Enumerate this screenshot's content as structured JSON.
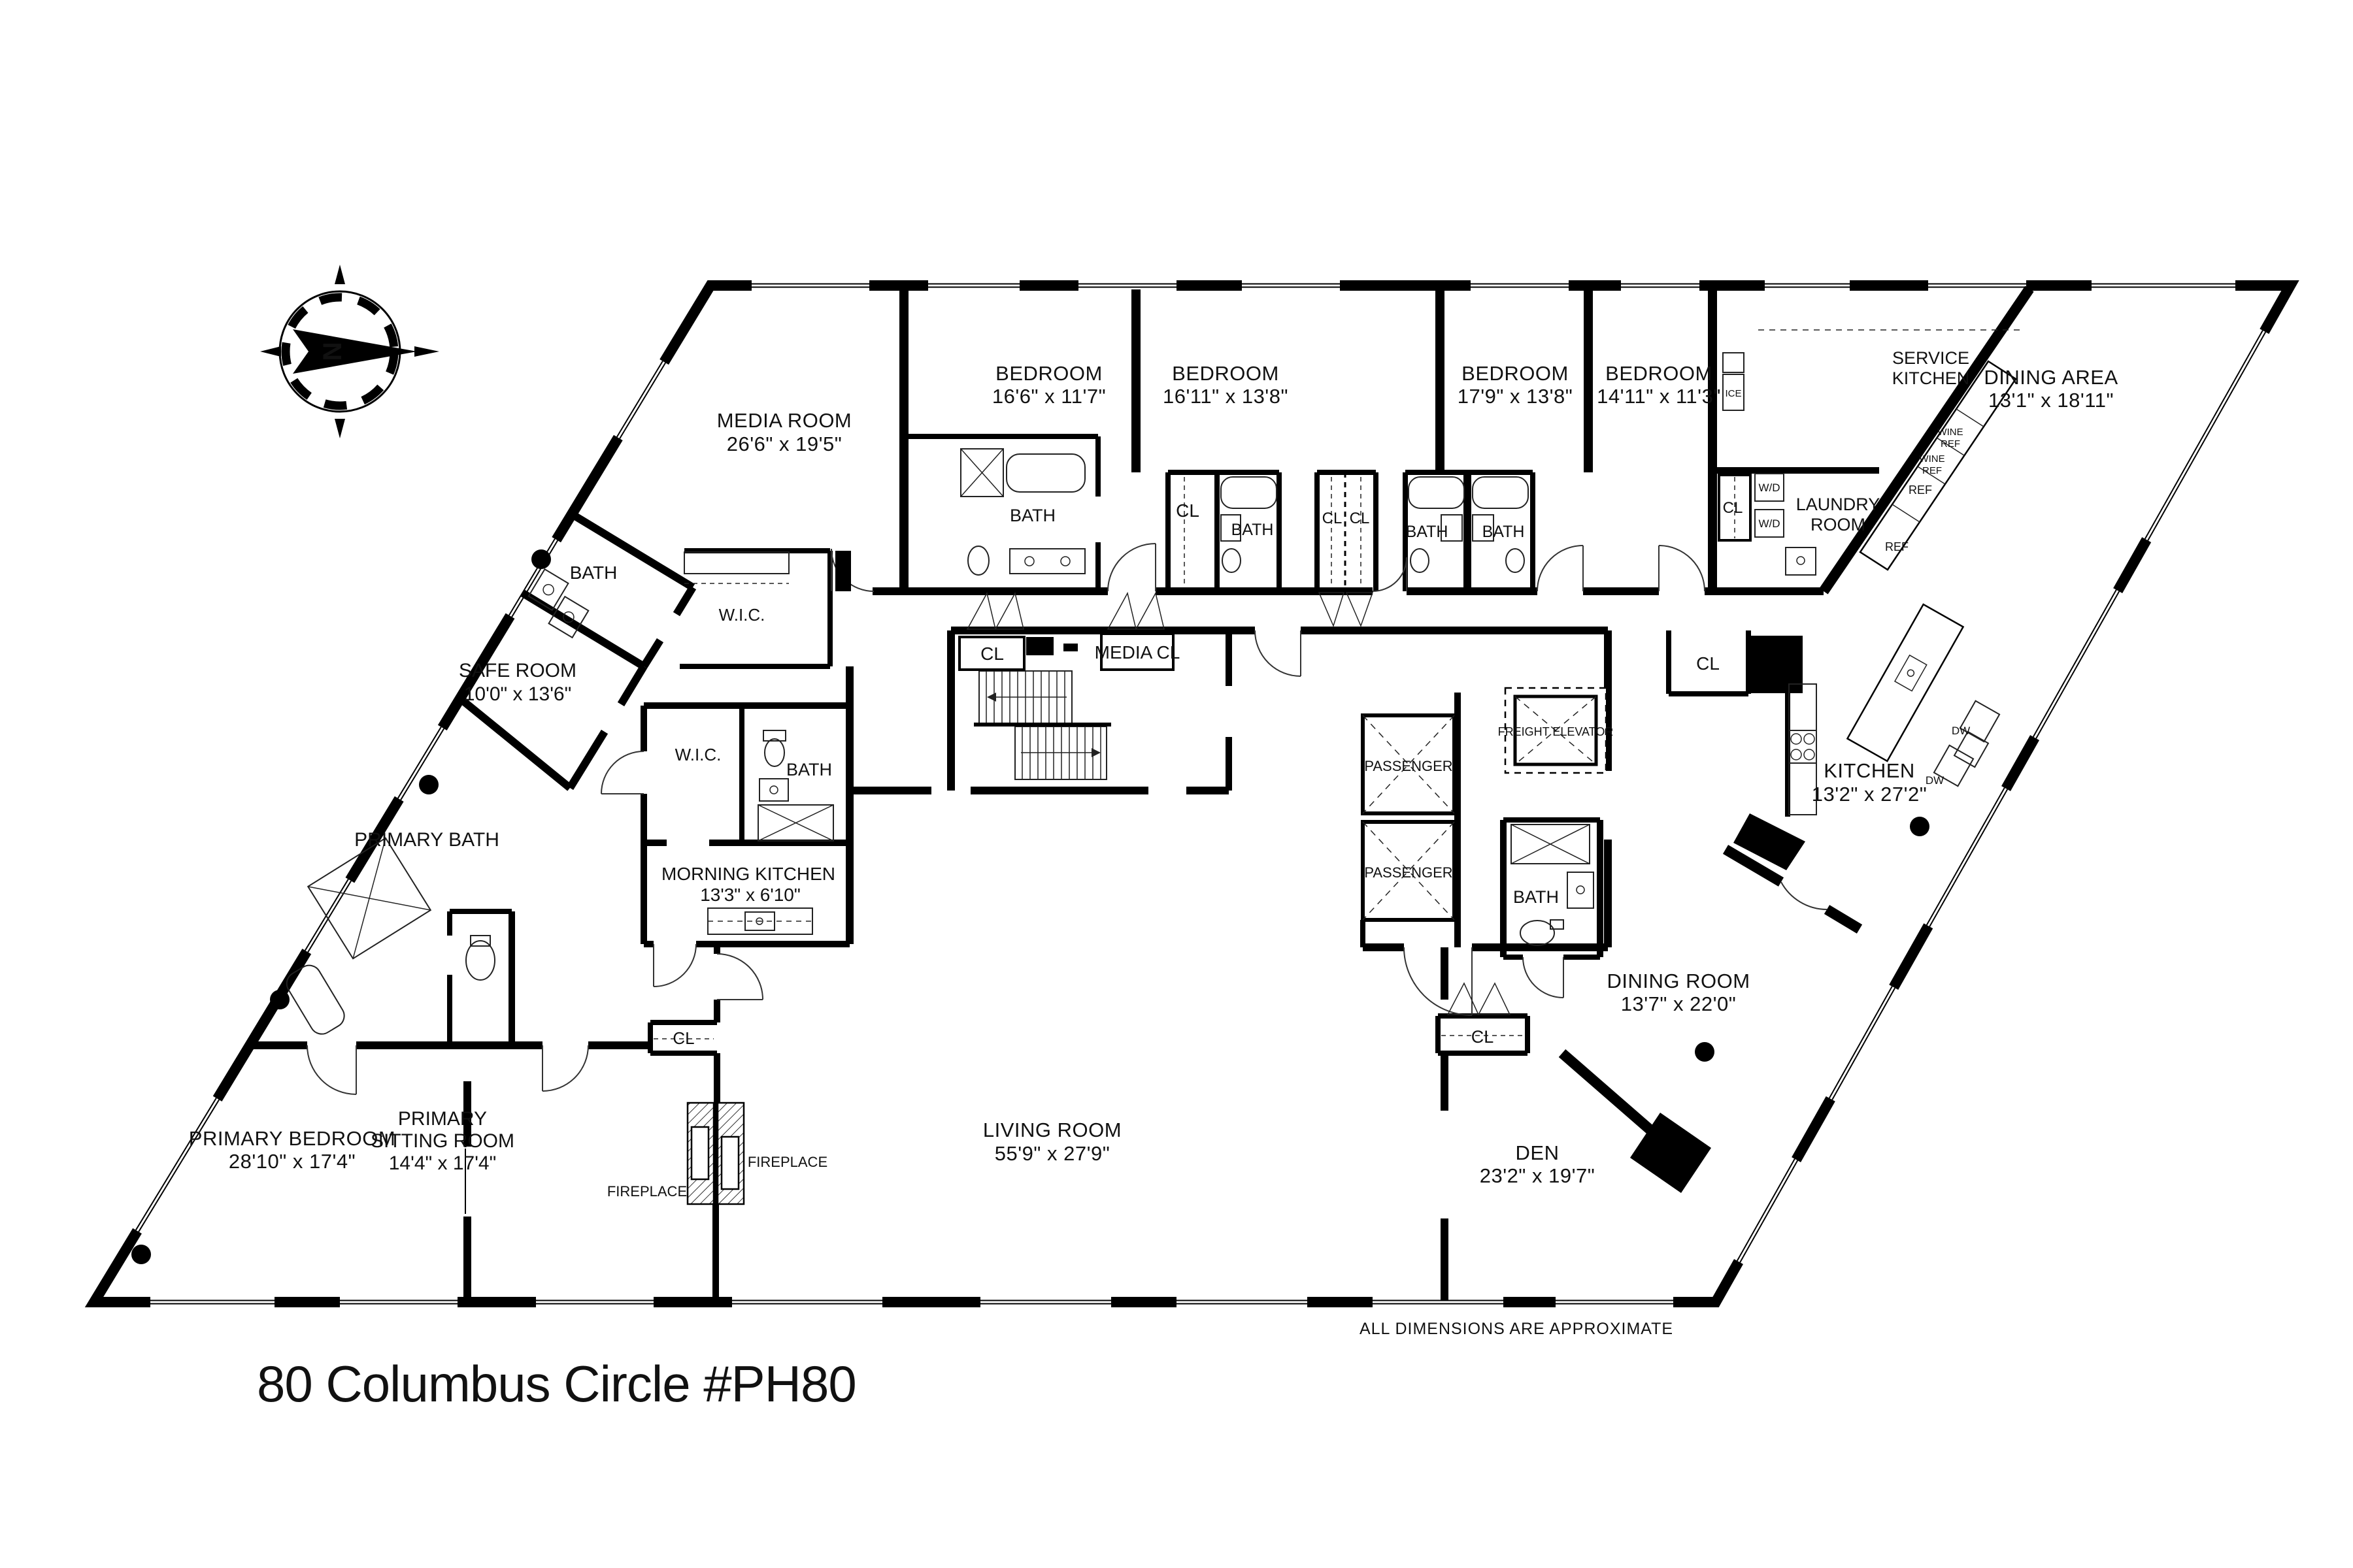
{
  "title": "80 Columbus Circle #PH80",
  "disclaimer": "ALL DIMENSIONS ARE APPROXIMATE",
  "compass": {
    "north": "N"
  },
  "rooms": {
    "media_room": {
      "name": "MEDIA ROOM",
      "dims": "26'6\" x 19'5\""
    },
    "bedroom_1": {
      "name": "BEDROOM",
      "dims": "16'6\" x 11'7\""
    },
    "bedroom_2": {
      "name": "BEDROOM",
      "dims": "16'11\" x 13'8\""
    },
    "bedroom_3": {
      "name": "BEDROOM",
      "dims": "17'9\" x 13'8\""
    },
    "bedroom_4": {
      "name": "BEDROOM",
      "dims": "14'11\" x 11'3\""
    },
    "service_kitchen": {
      "line1": "SERVICE",
      "line2": "KITCHEN"
    },
    "dining_area": {
      "name": "DINING AREA",
      "dims": "13'1\" x 18'11\""
    },
    "laundry_room": {
      "line1": "LAUNDRY",
      "line2": "ROOM"
    },
    "safe_room": {
      "name": "SAFE ROOM",
      "dims": "10'0\" x 13'6\""
    },
    "primary_bath": {
      "name": "PRIMARY BATH"
    },
    "morning_kitchen": {
      "name": "MORNING KITCHEN",
      "dims": "13'3\" x 6'10\""
    },
    "kitchen": {
      "name": "KITCHEN",
      "dims": "13'2\" x 27'2\""
    },
    "dining_room": {
      "name": "DINING ROOM",
      "dims": "13'7\" x 22'0\""
    },
    "den": {
      "name": "DEN",
      "dims": "23'2\" x 19'7\""
    },
    "primary_bedroom": {
      "name": "PRIMARY BEDROOM",
      "dims": "28'10\" x 17'4\""
    },
    "primary_sitting_room": {
      "line1": "PRIMARY",
      "line2": "SITTING ROOM",
      "dims": "14'4\" x 17'4\""
    },
    "living_room": {
      "name": "LIVING ROOM",
      "dims": "55'9\" x 27'9\""
    }
  },
  "labels": {
    "bath": "BATH",
    "cl": "CL",
    "media_cl": "MEDIA CL",
    "wic": "W.I.C.",
    "wd": "W/D",
    "ice": "ICE",
    "wine": "WINE",
    "ref": "REF",
    "dw": "DW",
    "passenger": "PASSENGER",
    "freight_elevator": "FREIGHT ELEVATOR",
    "fireplace": "FIREPLACE"
  }
}
